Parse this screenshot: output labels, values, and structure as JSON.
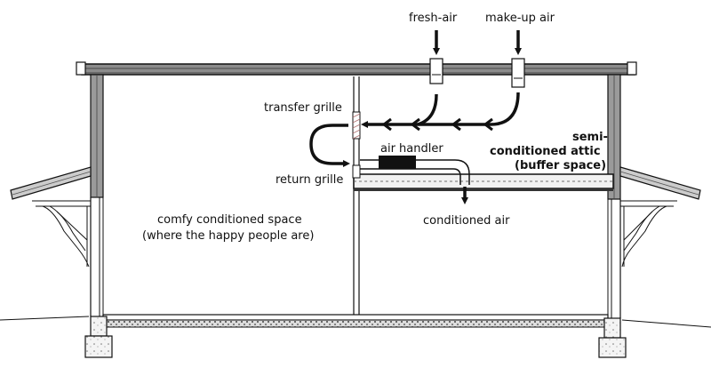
{
  "labels": {
    "fresh_air": "fresh-air",
    "make_up_air": "make-up air",
    "transfer_grille": "transfer grille",
    "return_grille": "return grille",
    "air_handler": "air handler",
    "semi_attic_line1": "semi-",
    "semi_attic_line2": "conditioned attic",
    "semi_attic_line3": "(buffer space)",
    "conditioned_air": "conditioned air",
    "comfy_line1": "comfy conditioned space",
    "comfy_line2": "(where the happy people are)"
  },
  "colors": {
    "line": "#111111",
    "roof_fill": "#8c8c8c",
    "wall_fill": "#9a9a9a",
    "hatch": "#555555"
  }
}
